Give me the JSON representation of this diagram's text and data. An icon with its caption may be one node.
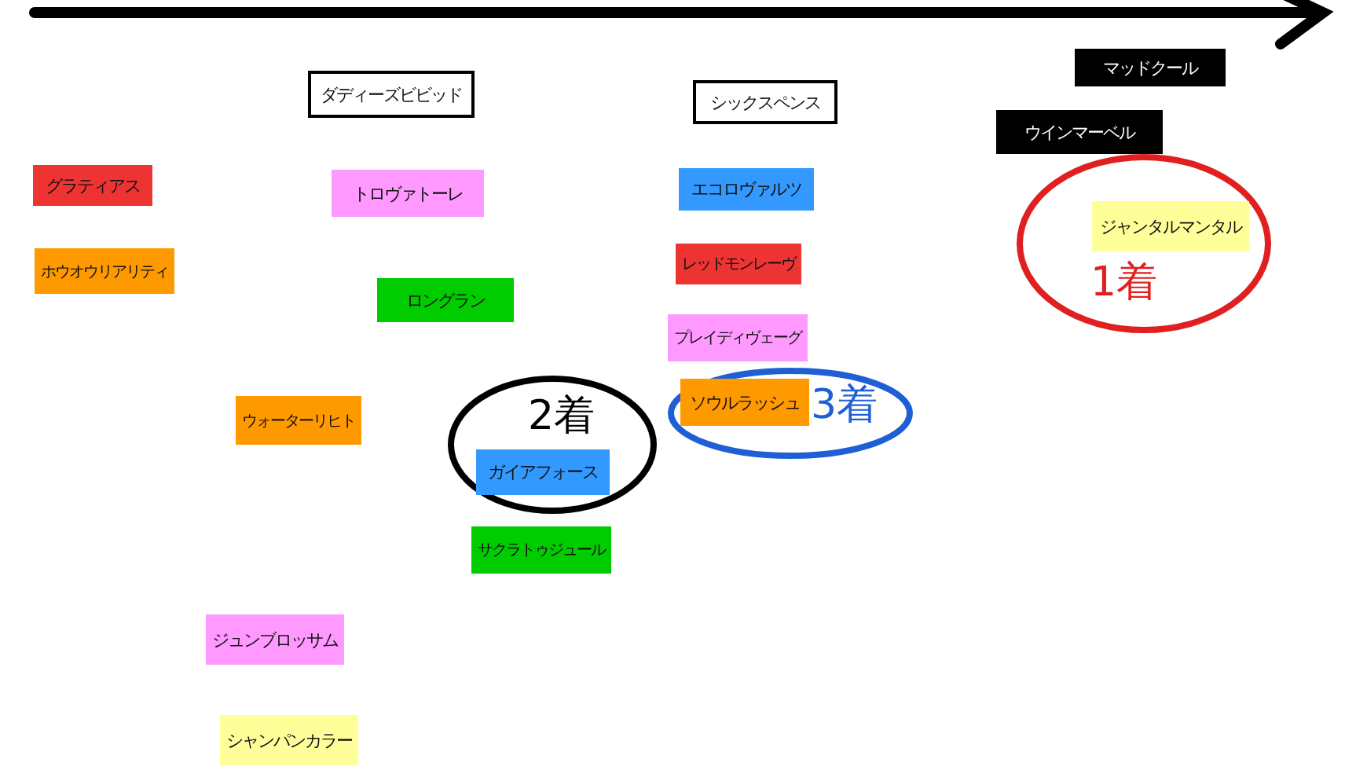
{
  "diagram": {
    "nodes": [
      {
        "text": [
          "ダディーズビビッド"
        ]
      },
      {
        "text": [
          "シックスペンス"
        ]
      },
      {
        "text": [
          "マッドクール"
        ]
      },
      {
        "text": [
          "ウインマーベル"
        ]
      },
      {
        "text": [
          "1着"
        ]
      },
      {
        "text": [
          "ジャンタルマンタル"
        ],
        "in": 4
      },
      {
        "text": [
          "グラティアス"
        ]
      },
      {
        "text": [
          "トロヴァトーレ"
        ]
      },
      {
        "text": [
          "エコロヴァルツ"
        ]
      },
      {
        "text": [
          "ホウオウリアリティ"
        ]
      },
      {
        "text": [
          "レッドモンレーヴ"
        ]
      },
      {
        "text": [
          "ロングラン"
        ]
      },
      {
        "text": [
          "プレイディヴェーグ"
        ]
      },
      {
        "text": [
          "3着"
        ]
      },
      {
        "text": [
          "ソウルラッシュ"
        ],
        "in": 13
      },
      {
        "text": [
          "ウォーターリヒト"
        ]
      },
      {
        "text": [
          "2着"
        ]
      },
      {
        "text": [
          "ガイアフォース"
        ],
        "in": 16
      },
      {
        "text": [
          "サクラトゥジュール"
        ]
      },
      {
        "text": [
          "ジュンブロッサム"
        ]
      },
      {
        "text": [
          "シャンパンカラー"
        ]
      }
    ]
  }
}
